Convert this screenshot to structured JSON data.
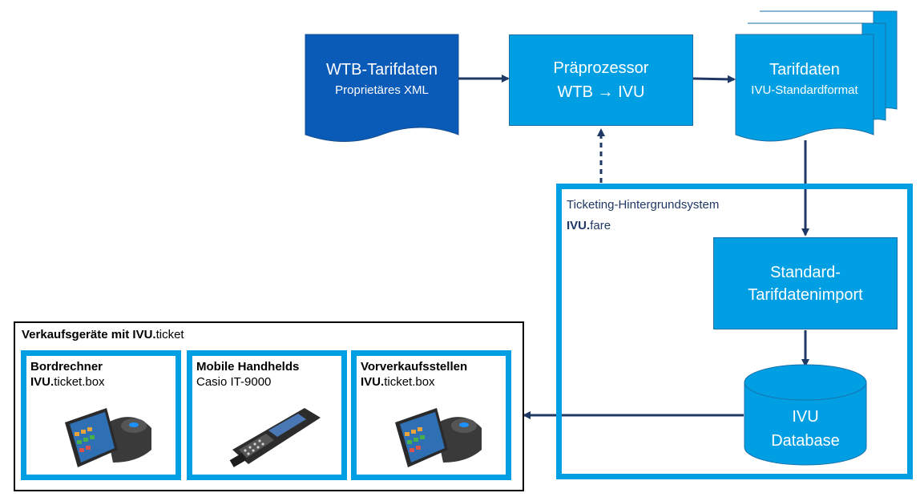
{
  "nodes": {
    "wtb": {
      "title": "WTB-Tarifdaten",
      "subtitle": "Proprietäres XML"
    },
    "preprocessor": {
      "line1": "Präprozessor",
      "line2": "WTB → IVU"
    },
    "tarifdaten": {
      "title": "Tarifdaten",
      "subtitle": "IVU-Standardformat"
    },
    "import": {
      "line1": "Standard-",
      "line2": "Tarifdatenimport"
    },
    "database": {
      "line1": "IVU",
      "line2": "Database"
    }
  },
  "backend": {
    "label": "Ticketing-Hintergrundsystem",
    "product_bold": "IVU.",
    "product_rest": "fare"
  },
  "devices": {
    "title_bold_1": "Verkaufsgeräte mit ",
    "title_bold_2": "IVU.",
    "title_rest": "ticket",
    "items": [
      {
        "name": "Bordrechner",
        "model_bold": "IVU.",
        "model_rest": "ticket.box",
        "icon": "ticket-box-terminal-icon"
      },
      {
        "name": "Mobile Handhelds",
        "model_bold": "",
        "model_rest": "Casio IT-9000",
        "icon": "handheld-device-icon"
      },
      {
        "name": "Vorverkaufsstellen",
        "model_bold": "IVU.",
        "model_rest": "ticket.box",
        "icon": "ticket-box-terminal-icon"
      }
    ]
  },
  "colors": {
    "dark_blue": "#0a5ab8",
    "light_blue": "#009fe3",
    "arrow": "#1f3864",
    "frame": "#000000"
  }
}
